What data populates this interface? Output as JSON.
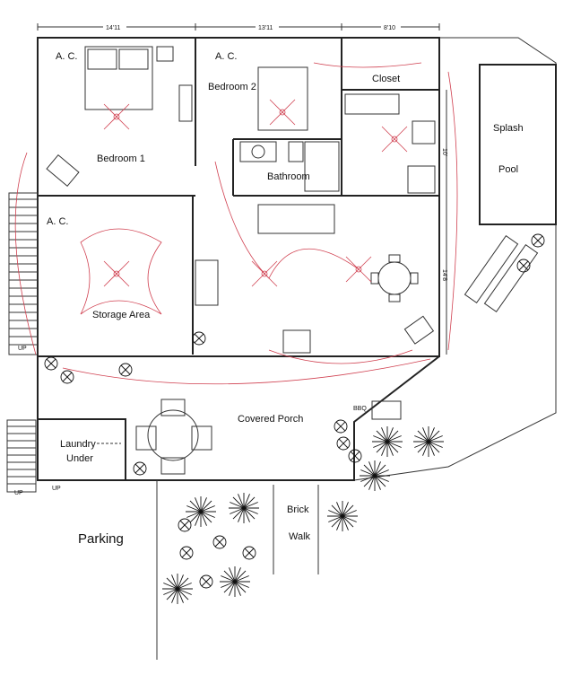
{
  "title": "Floor plan",
  "dimensions": {
    "top_left": "14'11",
    "top_mid": "13'11",
    "top_right": "8'10",
    "right_upper": "10'",
    "right_lower": "14'8"
  },
  "rooms": {
    "bedroom1": "Bedroom 1",
    "bedroom2": "Bedroom 2",
    "closet": "Closet",
    "bathroom": "Bathroom",
    "storage": "Storage Area",
    "porch": "Covered Porch",
    "laundry_line1": "Laundry",
    "laundry_line2": "Under",
    "pool_line1": "Splash",
    "pool_line2": "Pool",
    "parking": "Parking",
    "walk_line1": "Brick",
    "walk_line2": "Walk"
  },
  "labels": {
    "ac1": "A. C.",
    "ac2": "A. C.",
    "ac3": "A. C.",
    "bbq": "BBQ",
    "up1": "UP",
    "up2": "UP",
    "up3": "UP"
  },
  "colors": {
    "walls": "#222222",
    "electrical": "#d04050"
  }
}
